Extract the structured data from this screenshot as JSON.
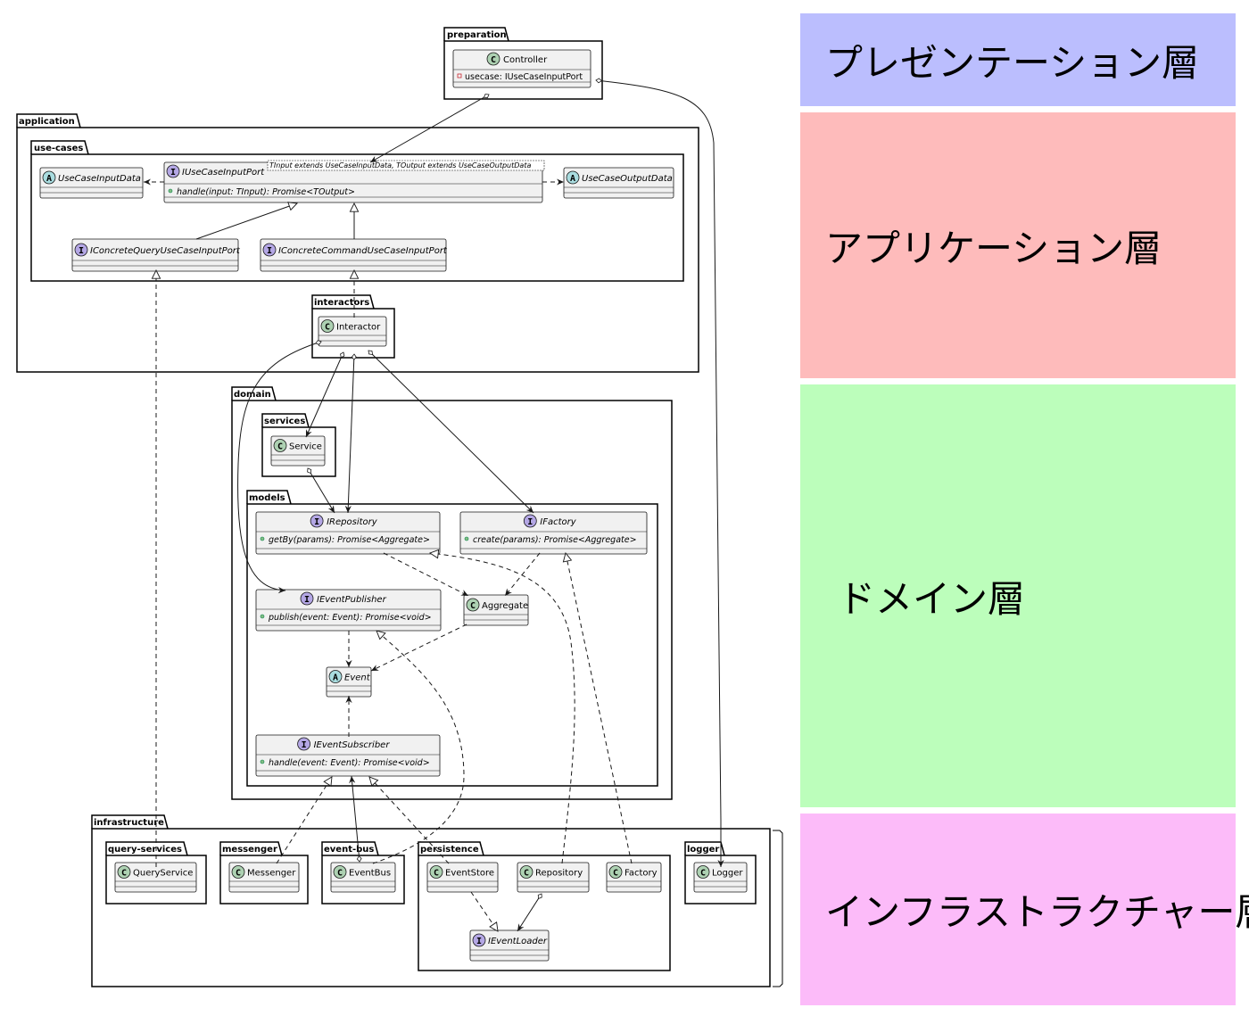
{
  "layers": {
    "presentation": {
      "label": "プレゼンテーション層",
      "color": "#bbbefe"
    },
    "application": {
      "label": "アプリケーション層",
      "color": "#febbbb"
    },
    "domain": {
      "label": "ドメイン層",
      "color": "#bcfebb"
    },
    "infrastructure": {
      "label": "インフラストラクチャー層",
      "color": "#fcbbf9"
    }
  },
  "colors": {
    "class_fill": "#f1f1f1",
    "badge_class": "#add1b2",
    "badge_interface": "#b4a7e5",
    "badge_abstract": "#a9dcdf"
  },
  "packages": {
    "preparation": "preparation",
    "application": "application",
    "use_cases": "use-cases",
    "interactors": "interactors",
    "domain": "domain",
    "services": "services",
    "models": "models",
    "infrastructure": "infrastructure",
    "query_services": "query-services",
    "messenger": "messenger",
    "event_bus": "event-bus",
    "persistence": "persistence",
    "logger": "logger"
  },
  "classes": {
    "controller": {
      "badge": "C",
      "name": "Controller",
      "member": "usecase: IUseCaseInputPort",
      "visibility": "-"
    },
    "use_case_input_data": {
      "badge": "A",
      "name": "UseCaseInputData"
    },
    "i_use_case_input_port": {
      "badge": "I",
      "name": "IUseCaseInputPort",
      "type_params": "TInput extends UseCaseInputData, TOutput extends UseCaseOutputData",
      "method": "handle(input: TInput): Promise<TOutput>"
    },
    "use_case_output_data": {
      "badge": "A",
      "name": "UseCaseOutputData"
    },
    "i_concrete_query": {
      "badge": "I",
      "name": "IConcreteQueryUseCaseInputPort"
    },
    "i_concrete_command": {
      "badge": "I",
      "name": "IConcreteCommandUseCaseInputPort"
    },
    "interactor": {
      "badge": "C",
      "name": "Interactor"
    },
    "service": {
      "badge": "C",
      "name": "Service"
    },
    "i_repository": {
      "badge": "I",
      "name": "IRepository",
      "method": "getBy(params): Promise<Aggregate>"
    },
    "i_factory": {
      "badge": "I",
      "name": "IFactory",
      "method": "create(params): Promise<Aggregate>"
    },
    "i_event_publisher": {
      "badge": "I",
      "name": "IEventPublisher",
      "method": "publish(event: Event): Promise<void>"
    },
    "aggregate": {
      "badge": "C",
      "name": "Aggregate"
    },
    "event": {
      "badge": "A",
      "name": "Event"
    },
    "i_event_subscriber": {
      "badge": "I",
      "name": "IEventSubscriber",
      "method": "handle(event: Event): Promise<void>"
    },
    "query_service": {
      "badge": "C",
      "name": "QueryService"
    },
    "messenger": {
      "badge": "C",
      "name": "Messenger"
    },
    "event_bus": {
      "badge": "C",
      "name": "EventBus"
    },
    "event_store": {
      "badge": "C",
      "name": "EventStore"
    },
    "repository": {
      "badge": "C",
      "name": "Repository"
    },
    "factory": {
      "badge": "C",
      "name": "Factory"
    },
    "i_event_loader": {
      "badge": "I",
      "name": "IEventLoader"
    },
    "logger": {
      "badge": "C",
      "name": "Logger"
    }
  }
}
